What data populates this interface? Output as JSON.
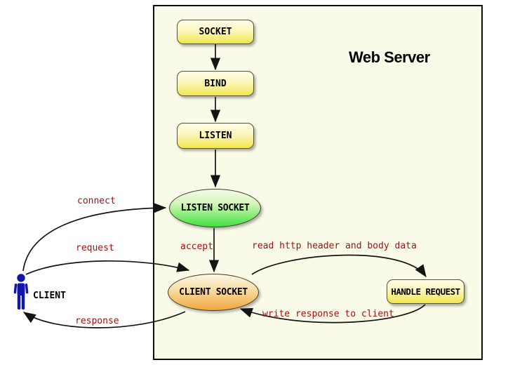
{
  "diagram": {
    "title": "Web Server",
    "nodes": {
      "socket": "SOCKET",
      "bind": "BIND",
      "listen": "LISTEN",
      "listen_socket": "LISTEN SOCKET",
      "client_socket": "CLIENT SOCKET",
      "handle_request": "HANDLE REQUEST",
      "client": "CLIENT"
    },
    "edge_labels": {
      "connect": "connect",
      "request": "request",
      "response": "response",
      "accept": "accept",
      "read": "read http header and body data",
      "write": "write response to client"
    },
    "colors": {
      "canvas": "#ffffff",
      "server_background": "#fafae8",
      "server_border": "#0d0d0d",
      "process_box_top": "#fffee9",
      "process_box_bottom": "#f0e74d",
      "listen_socket_top": "#f1fce6",
      "listen_socket_bottom": "#42e03e",
      "client_socket_top": "#fdf8e4",
      "client_socket_bottom": "#f0a73c",
      "edge_label_red": "#a31111",
      "arrow_black": "#141414",
      "client_person_blue": "#1414ae"
    }
  }
}
